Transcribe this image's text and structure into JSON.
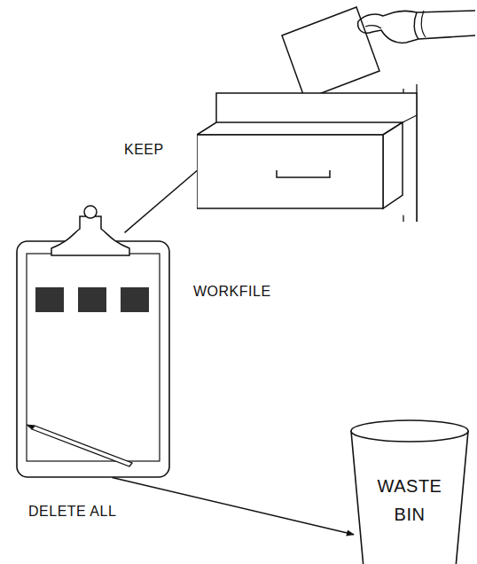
{
  "diagram": {
    "nodes": [
      {
        "text": []
      },
      {
        "text": [
          "WORKFILE"
        ]
      },
      {
        "text": [
          "WASTE BIN"
        ]
      }
    ],
    "edges": [
      {
        "from": 1,
        "to": 0,
        "arrow": "to",
        "label": "KEEP"
      },
      {
        "from": 1,
        "to": 2,
        "arrow": "to",
        "label": "DELETE ALL"
      }
    ]
  }
}
